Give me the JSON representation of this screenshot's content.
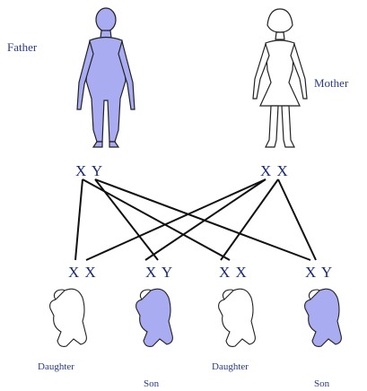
{
  "parents": {
    "father": {
      "label": "Father",
      "chromosomes": "X Y",
      "color": "#a9acf0"
    },
    "mother": {
      "label": "Mother",
      "chromosomes": "X X",
      "color": "#ffffff"
    }
  },
  "children": [
    {
      "label": "Daughter",
      "chromosomes": "X X",
      "color": "#ffffff"
    },
    {
      "label": "Son",
      "chromosomes": "X Y",
      "color": "#a9acf0"
    },
    {
      "label": "Daughter",
      "chromosomes": "X X",
      "color": "#ffffff"
    },
    {
      "label": "Son",
      "chromosomes": "X Y",
      "color": "#a9acf0"
    }
  ],
  "colors": {
    "text": "#2a3a8c",
    "lines": "#111111",
    "outline": "#222222"
  }
}
